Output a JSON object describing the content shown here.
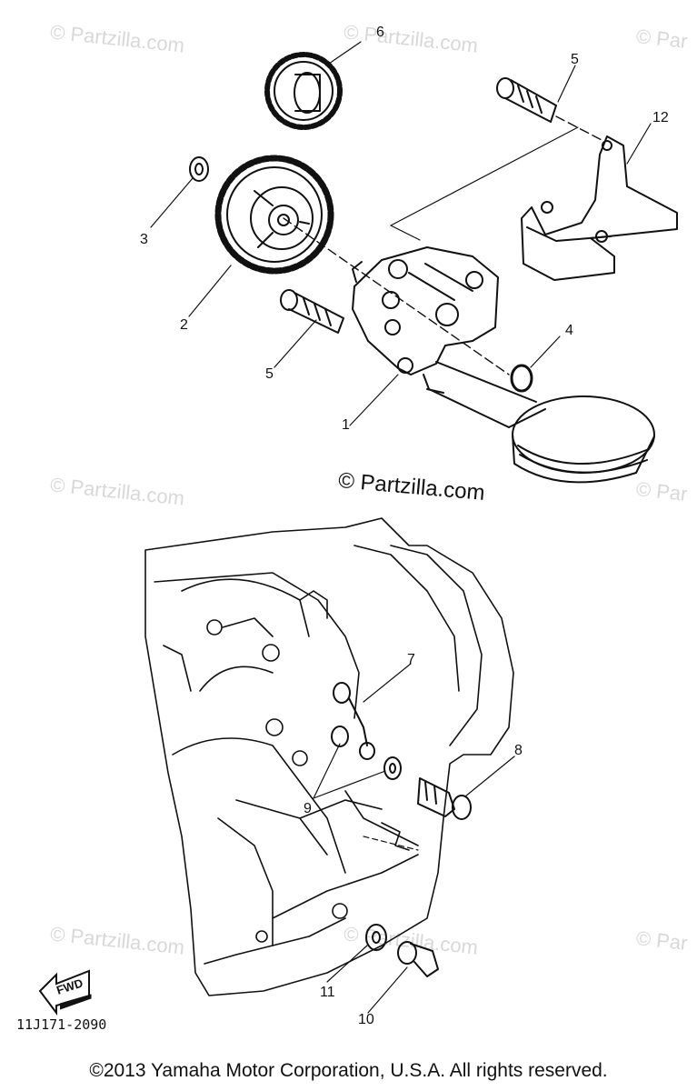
{
  "watermark": {
    "symbol": "©",
    "brand": "Partzilla.com",
    "brand_cut": "Par",
    "main_text": "© Partzilla.com"
  },
  "callouts": {
    "c1": "1",
    "c2": "2",
    "c3": "3",
    "c4": "4",
    "c5a": "5",
    "c5b": "5",
    "c6": "6",
    "c7": "7",
    "c8": "8",
    "c9": "9",
    "c10": "10",
    "c11": "11",
    "c12": "12"
  },
  "fwd_label": "FWD",
  "diagram_code": "11J171-2090",
  "copyright": "©2013  Yamaha Motor Corporation, U.S.A. All rights reserved.",
  "colors": {
    "line": "#111111",
    "watermark": "#d8d8d8",
    "background": "#ffffff"
  }
}
